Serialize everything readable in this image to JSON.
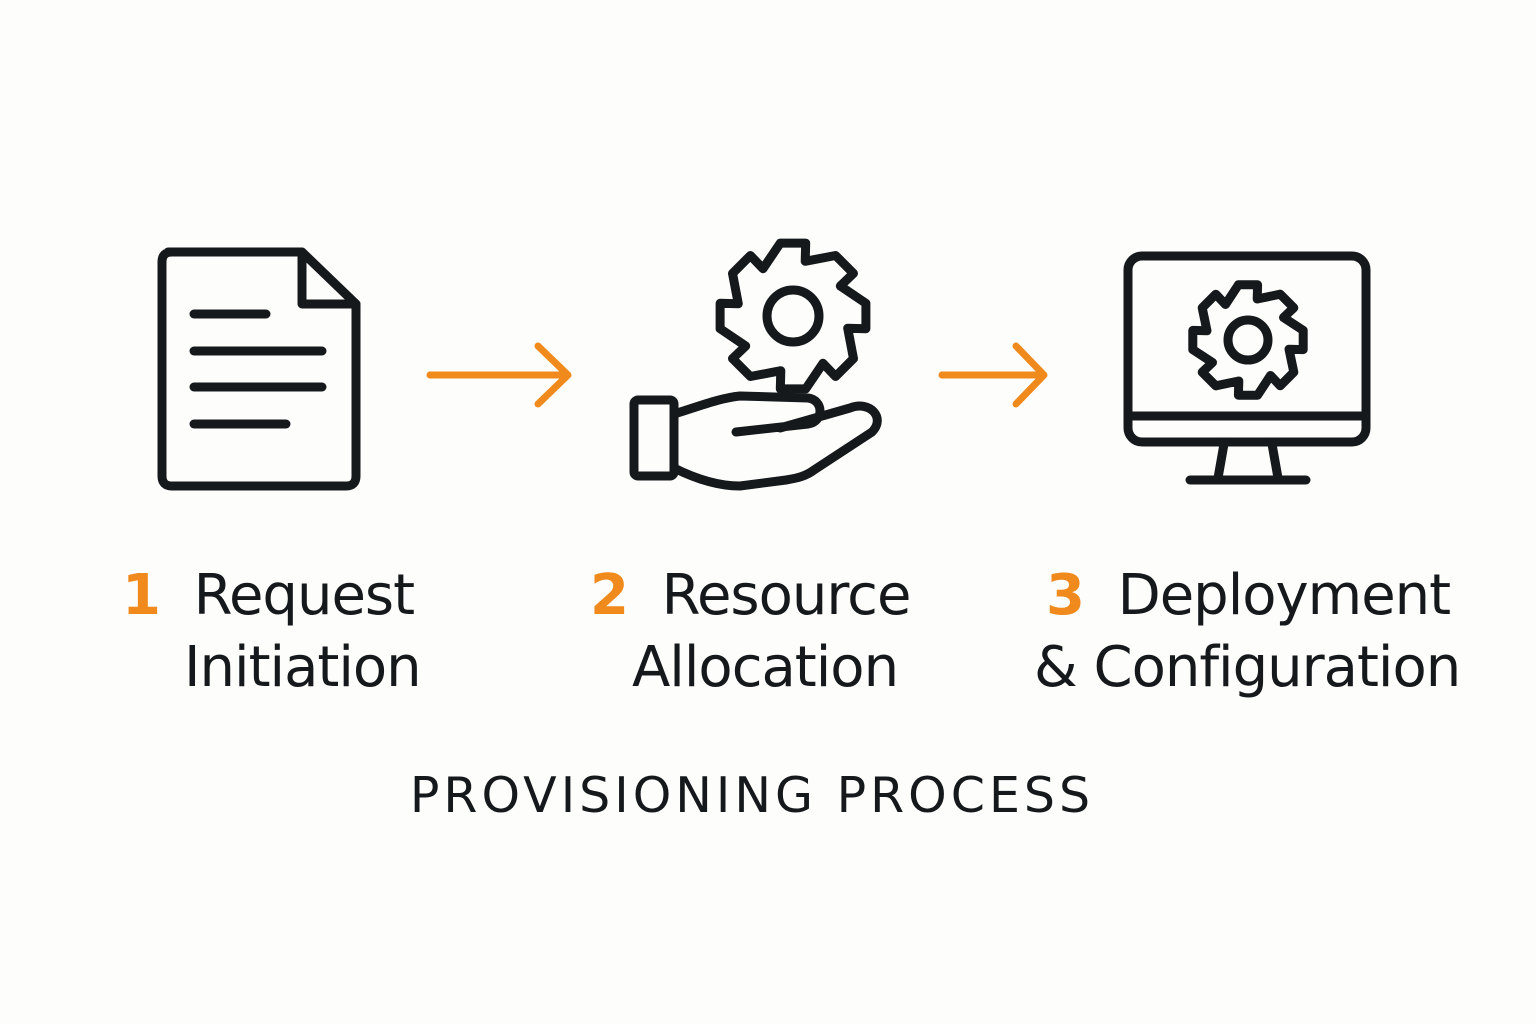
{
  "diagram": {
    "title": "PROVISIONING PROCESS",
    "accent_color": "#f08a1c",
    "ink_color": "#15191c",
    "background_color": "#fdfdfb",
    "steps": [
      {
        "number": "1",
        "line1": "Request",
        "line2": "Initiation",
        "icon": "document-icon"
      },
      {
        "number": "2",
        "line1": "Resource",
        "line2": "Allocation",
        "icon": "hand-gear-icon"
      },
      {
        "number": "3",
        "line1": "Deployment",
        "line2": "& Configuration",
        "icon": "monitor-gear-icon"
      }
    ],
    "connectors": [
      "arrow-right-icon",
      "arrow-right-icon"
    ]
  }
}
